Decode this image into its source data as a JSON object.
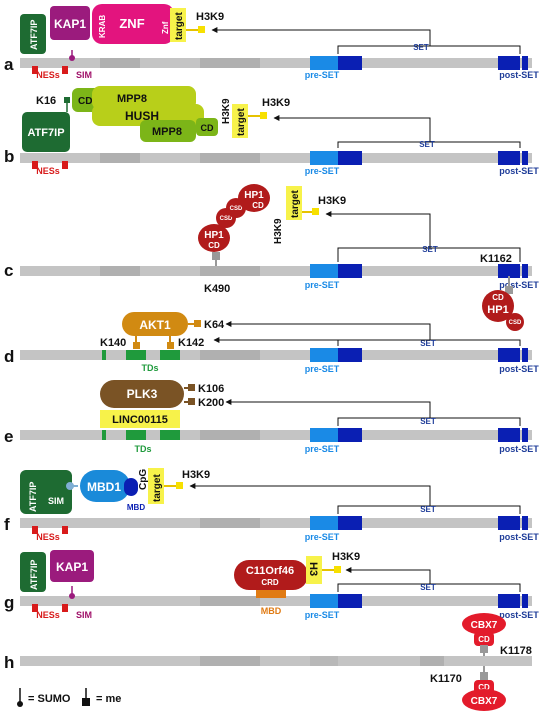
{
  "panels": {
    "a": {
      "letter": "a",
      "atf7ip": "ATF7IP",
      "kap1": "KAP1",
      "krab": "KRAB",
      "znf": "ZNF",
      "znf_small": "Znf",
      "target": "target",
      "h3k9": "H3K9",
      "set": "SET",
      "preset": "pre-SET",
      "postset": "post-SET",
      "nes": "NESs",
      "sim": "SIM"
    },
    "b": {
      "letter": "b",
      "k16": "K16",
      "cd1": "CD",
      "mpp8_top": "MPP8",
      "hush": "HUSH",
      "mpp8_bottom": "MPP8",
      "cd2": "CD",
      "h3k9_vert": "H3K9",
      "target": "target",
      "h3k9": "H3K9",
      "atf7ip": "ATF7IP",
      "set": "SET",
      "preset": "pre-SET",
      "postset": "post-SET",
      "nes": "NESs"
    },
    "c": {
      "letter": "c",
      "hp1_a": "HP1",
      "cd_a": "CD",
      "csd_a": "CSD",
      "hp1_b": "HP1",
      "cd_b": "CD",
      "csd_b": "CSD",
      "h3k9_vert": "H3K9",
      "target": "target",
      "h3k9": "H3K9",
      "k490": "K490",
      "k1162": "K1162",
      "hp1_c": "HP1",
      "cd_c": "CD",
      "csd_c": "CSD",
      "set": "SET",
      "preset": "pre-SET",
      "postset": "post-SET"
    },
    "d": {
      "letter": "d",
      "akt1": "AKT1",
      "k64": "K64",
      "k140": "K140",
      "k142": "K142",
      "tds": "TDs",
      "set": "SET",
      "preset": "pre-SET",
      "postset": "post-SET"
    },
    "e": {
      "letter": "e",
      "plk3": "PLK3",
      "k106": "K106",
      "k200": "K200",
      "linc": "LINC00115",
      "tds": "TDs",
      "set": "SET",
      "preset": "pre-SET",
      "postset": "post-SET"
    },
    "f": {
      "letter": "f",
      "atf7ip": "ATF7IP",
      "sim_inner": "SIM",
      "mbd1": "MBD1",
      "mbd": "MBD",
      "cpg": "CpG",
      "target": "target",
      "h3k9": "H3K9",
      "set": "SET",
      "preset": "pre-SET",
      "postset": "post-SET",
      "nes": "NESs"
    },
    "g": {
      "letter": "g",
      "atf7ip": "ATF7IP",
      "kap1": "KAP1",
      "c11orf46": "C11Orf46",
      "crd": "CRD",
      "mbd": "MBD",
      "h3": "H3",
      "h3k9": "H3K9",
      "set": "SET",
      "preset": "pre-SET",
      "postset": "post-SET",
      "nes": "NESs",
      "sim": "SIM"
    },
    "h": {
      "letter": "h",
      "cbx7_top": "CBX7",
      "cd_top": "CD",
      "k1178": "K1178",
      "k1170": "K1170",
      "cd_bottom": "CD",
      "cbx7_bottom": "CBX7"
    }
  },
  "legend": {
    "sumo": "= SUMO",
    "me": "= me"
  },
  "colors": {
    "atf7ip": "#1e6b32",
    "kap1": "#9b1b7d",
    "znf": "#e3147e",
    "target": "#f7f24a",
    "hp1": "#b11b1b",
    "mpp8": "#b8cf1a",
    "akt1": "#d18a12",
    "plk3": "#7a5325",
    "mbd1": "#1a8ad9",
    "c11orf46": "#b11b1b",
    "cbx7": "#e31b2b",
    "bar": "#c4c4c4",
    "preset": "#1a8ae6",
    "set_block": "#0a1fb3"
  }
}
